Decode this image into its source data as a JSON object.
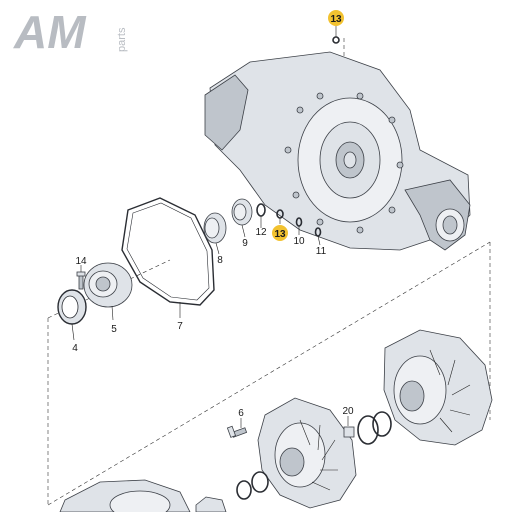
{
  "logo": {
    "main": "AM",
    "sub": "parts"
  },
  "colors": {
    "highlight": "#f2c230",
    "part_fill": "#dfe3e8",
    "outline": "#3c4047"
  },
  "callouts": {
    "c13_top": "13",
    "c13_mid": "13",
    "c12": "12",
    "c10": "10",
    "c11": "11",
    "c9": "9",
    "c8": "8",
    "c14": "14",
    "c5": "5",
    "c4": "4",
    "c7": "7",
    "c6": "6",
    "c20": "20"
  }
}
